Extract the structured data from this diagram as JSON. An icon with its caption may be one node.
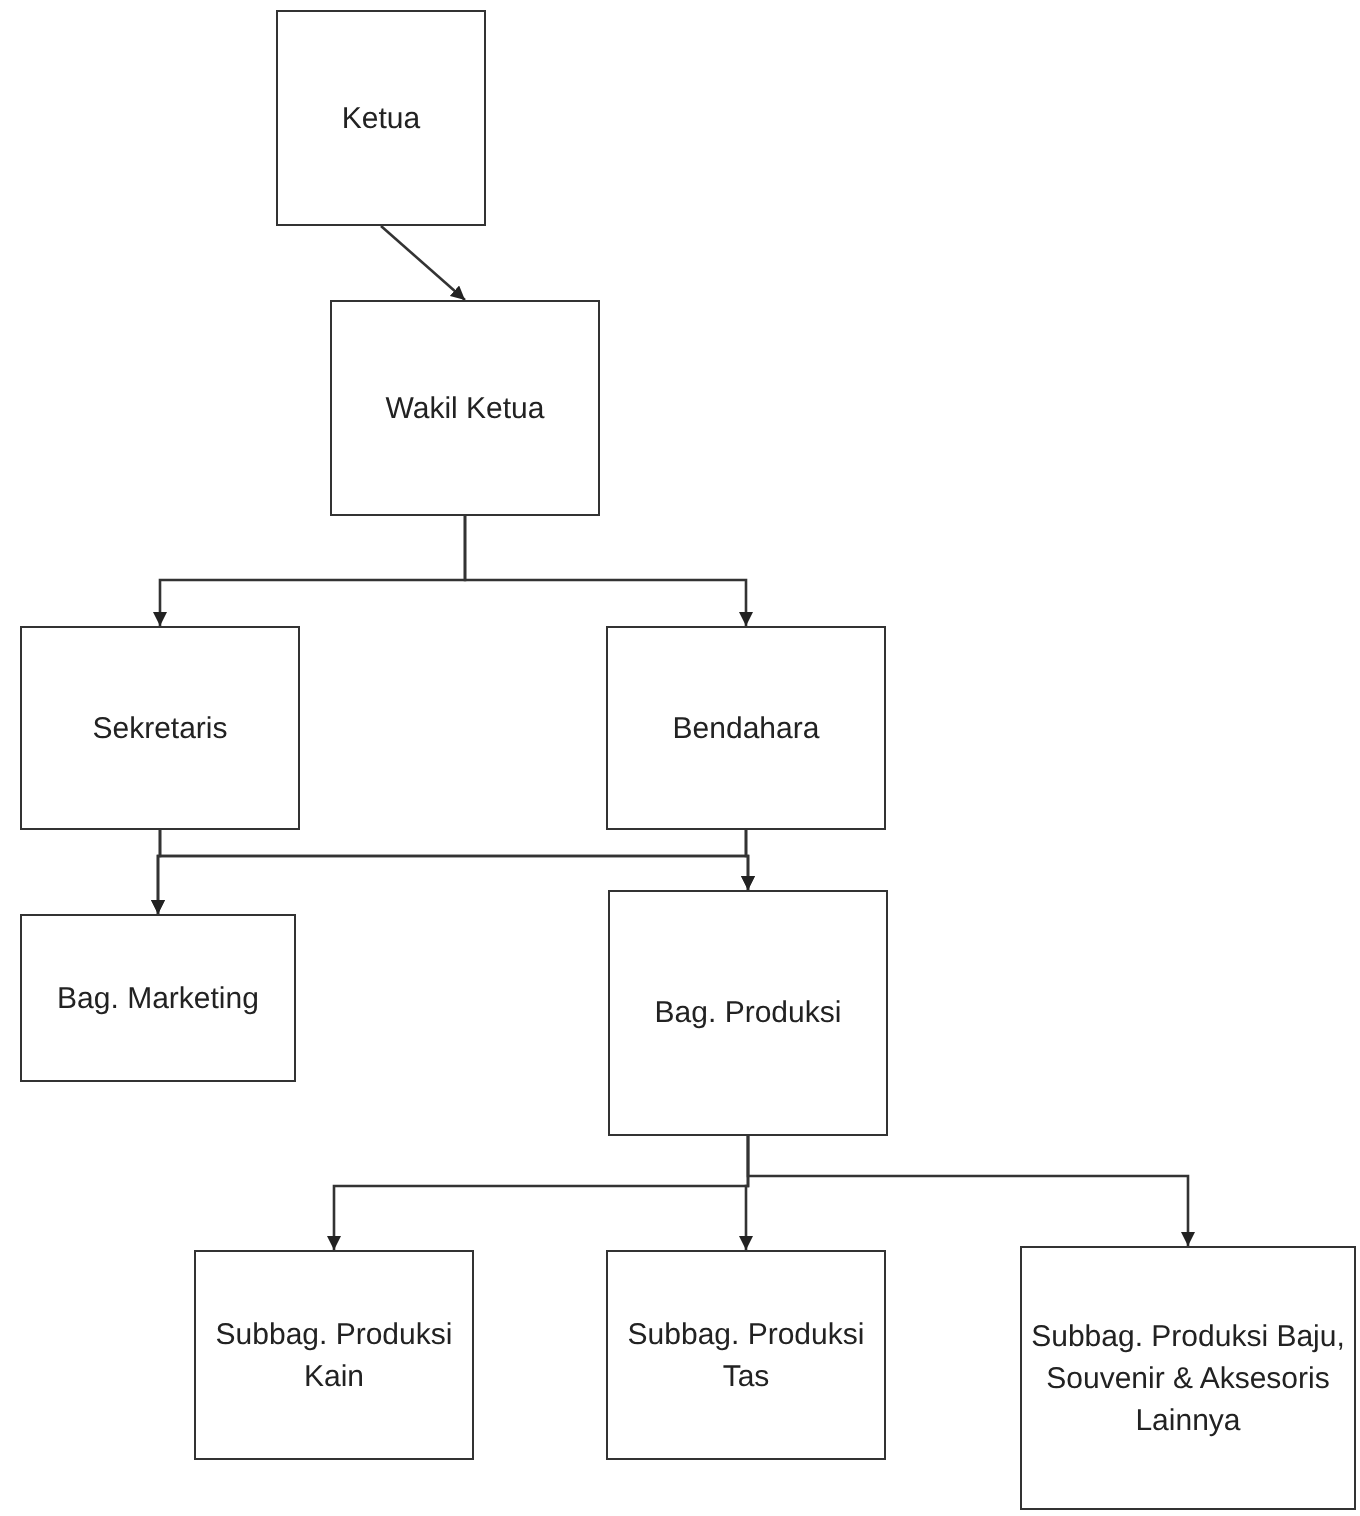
{
  "diagram": {
    "nodes": [
      {
        "text": [
          "Ketua"
        ]
      },
      {
        "text": [
          "Wakil Ketua"
        ]
      },
      {
        "text": [
          "Sekretaris"
        ]
      },
      {
        "text": [
          "Bendahara"
        ]
      },
      {
        "text": [
          "Bag. Marketing"
        ]
      },
      {
        "text": [
          "Bag. Produksi"
        ]
      },
      {
        "text": [
          "Subbag. Produksi Kain"
        ]
      },
      {
        "text": [
          "Subbag. Produksi Tas"
        ]
      },
      {
        "text": [
          "Subbag. Produksi Baju, Souvenir & Aksesoris Lainnya"
        ]
      }
    ],
    "edges": [
      {
        "from": 0,
        "to": 1,
        "arrow": "to"
      },
      {
        "from": 1,
        "to": 2,
        "arrow": "to"
      },
      {
        "from": 1,
        "to": 3,
        "arrow": "to"
      },
      {
        "from": 2,
        "to": 4,
        "arrow": "to"
      },
      {
        "from": 2,
        "to": 5,
        "arrow": "to"
      },
      {
        "from": 3,
        "to": 4,
        "arrow": "to"
      },
      {
        "from": 3,
        "to": 5,
        "arrow": "to"
      },
      {
        "from": 5,
        "to": 6,
        "arrow": "to"
      },
      {
        "from": 5,
        "to": 7,
        "arrow": "to"
      },
      {
        "from": 5,
        "to": 8,
        "arrow": "to"
      }
    ]
  }
}
